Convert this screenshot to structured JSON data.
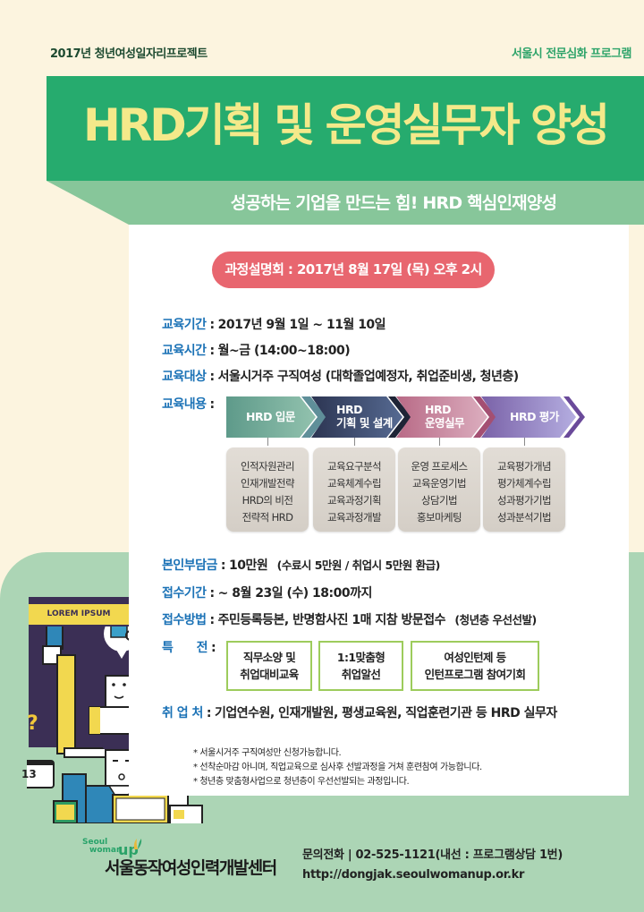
{
  "header": {
    "project": "2017년 청년여성일자리프로젝트",
    "program": "서울시 전문심화 프로그램",
    "title": "HRD기획 및 운영실무자 양성",
    "subtitle": "성공하는 기업을 만드는 힘!  HRD 핵심인재양성"
  },
  "briefing": "과정설명회 : 2017년 8월 17일 (목) 오후 2시",
  "info": [
    {
      "label": "교육기간",
      "value": "2017년 9월 1일 ~ 11월 10일"
    },
    {
      "label": "교육시간",
      "value": "월~금 (14:00~18:00)"
    },
    {
      "label": "교육대상",
      "value": "서울시거주 구직여성 (대학졸업예정자, 취업준비생, 청년층)"
    },
    {
      "label": "교육내용",
      "value": ""
    }
  ],
  "curriculum": [
    {
      "stage_line1": "HRD 입문",
      "stage_line2": "",
      "color_from": "#5e9a8a",
      "color_to": "#92c2ae",
      "topics": [
        "인적자원관리",
        "인재개발전략",
        "HRD의 비전",
        "전략적 HRD"
      ]
    },
    {
      "stage_line1": "HRD",
      "stage_line2": "기획 및 설계",
      "color_from": "#2c3552",
      "color_to": "#566a92",
      "topics": [
        "교육요구분석",
        "교육체계수립",
        "교육과정기획",
        "교육과정개발"
      ]
    },
    {
      "stage_line1": "HRD",
      "stage_line2": "운영실무",
      "color_from": "#b86a86",
      "color_to": "#dcaebf",
      "topics": [
        "운영 프로세스",
        "교육운영기법",
        "상담기법",
        "홍보마케팅"
      ]
    },
    {
      "stage_line1": "HRD 평가",
      "stage_line2": "",
      "color_from": "#7a62a8",
      "color_to": "#b4ade0",
      "topics": [
        "교육평가개념",
        "평가체계수립",
        "성과평가기법",
        "성과분석기법"
      ]
    }
  ],
  "details": {
    "fee": {
      "label": "본인부담금",
      "value": "10만원",
      "note": "(수료시 5만원 / 취업시 5만원 환급)"
    },
    "period": {
      "label": "접수기간",
      "value": "~ 8월 23일 (수) 18:00까지"
    },
    "method": {
      "label": "접수방법",
      "value": "주민등록등본, 반명함사진 1매 지참 방문접수",
      "note": "(청년층 우선선발)"
    },
    "benefits": {
      "label": "특      전",
      "items": [
        {
          "line1": "직무소양 및",
          "line2": "취업대비교육"
        },
        {
          "line1": "1:1맞춤형",
          "line2": "취업알선"
        },
        {
          "line1": "여성인턴제 등",
          "line2": "인턴프로그램 참여기회"
        }
      ]
    },
    "jobs": {
      "label": "취 업 처",
      "value": "기업연수원, 인재개발원, 평생교육원, 직업훈련기관 등 HRD 실무자"
    }
  },
  "notes": [
    "* 서울시거주 구직여성만 신청가능합니다.",
    "* 선착순마감 아니며, 직업교육으로 심사후 선발과정을 거쳐 훈련참여 가능합니다.",
    "* 청년층 맞춤형사업으로 청년층이 우선선발되는 과정입니다."
  ],
  "illustration": {
    "board_text": "LOREM IPSUM",
    "calendar_number": "13",
    "question_mark": "?"
  },
  "footer": {
    "logo_line1": "Seoul",
    "logo_line2": "woman",
    "logo_up": "up",
    "center_name": "서울동작여성인력개발센터",
    "phone": "문의전화 | 02-525-1121(내선 : 프로그램상담 1번)",
    "url": "http://dongjak.seoulwomanup.or.kr"
  },
  "colors": {
    "background": "#fcf4df",
    "title_band": "#26ab6e",
    "subtitle_band": "#87c69a",
    "title_text": "#f4e98a",
    "pill": "#e8666f",
    "label_blue": "#1b72b6",
    "bottom_green": "#acd5b5",
    "benefit_border": "#9dcc5c"
  }
}
